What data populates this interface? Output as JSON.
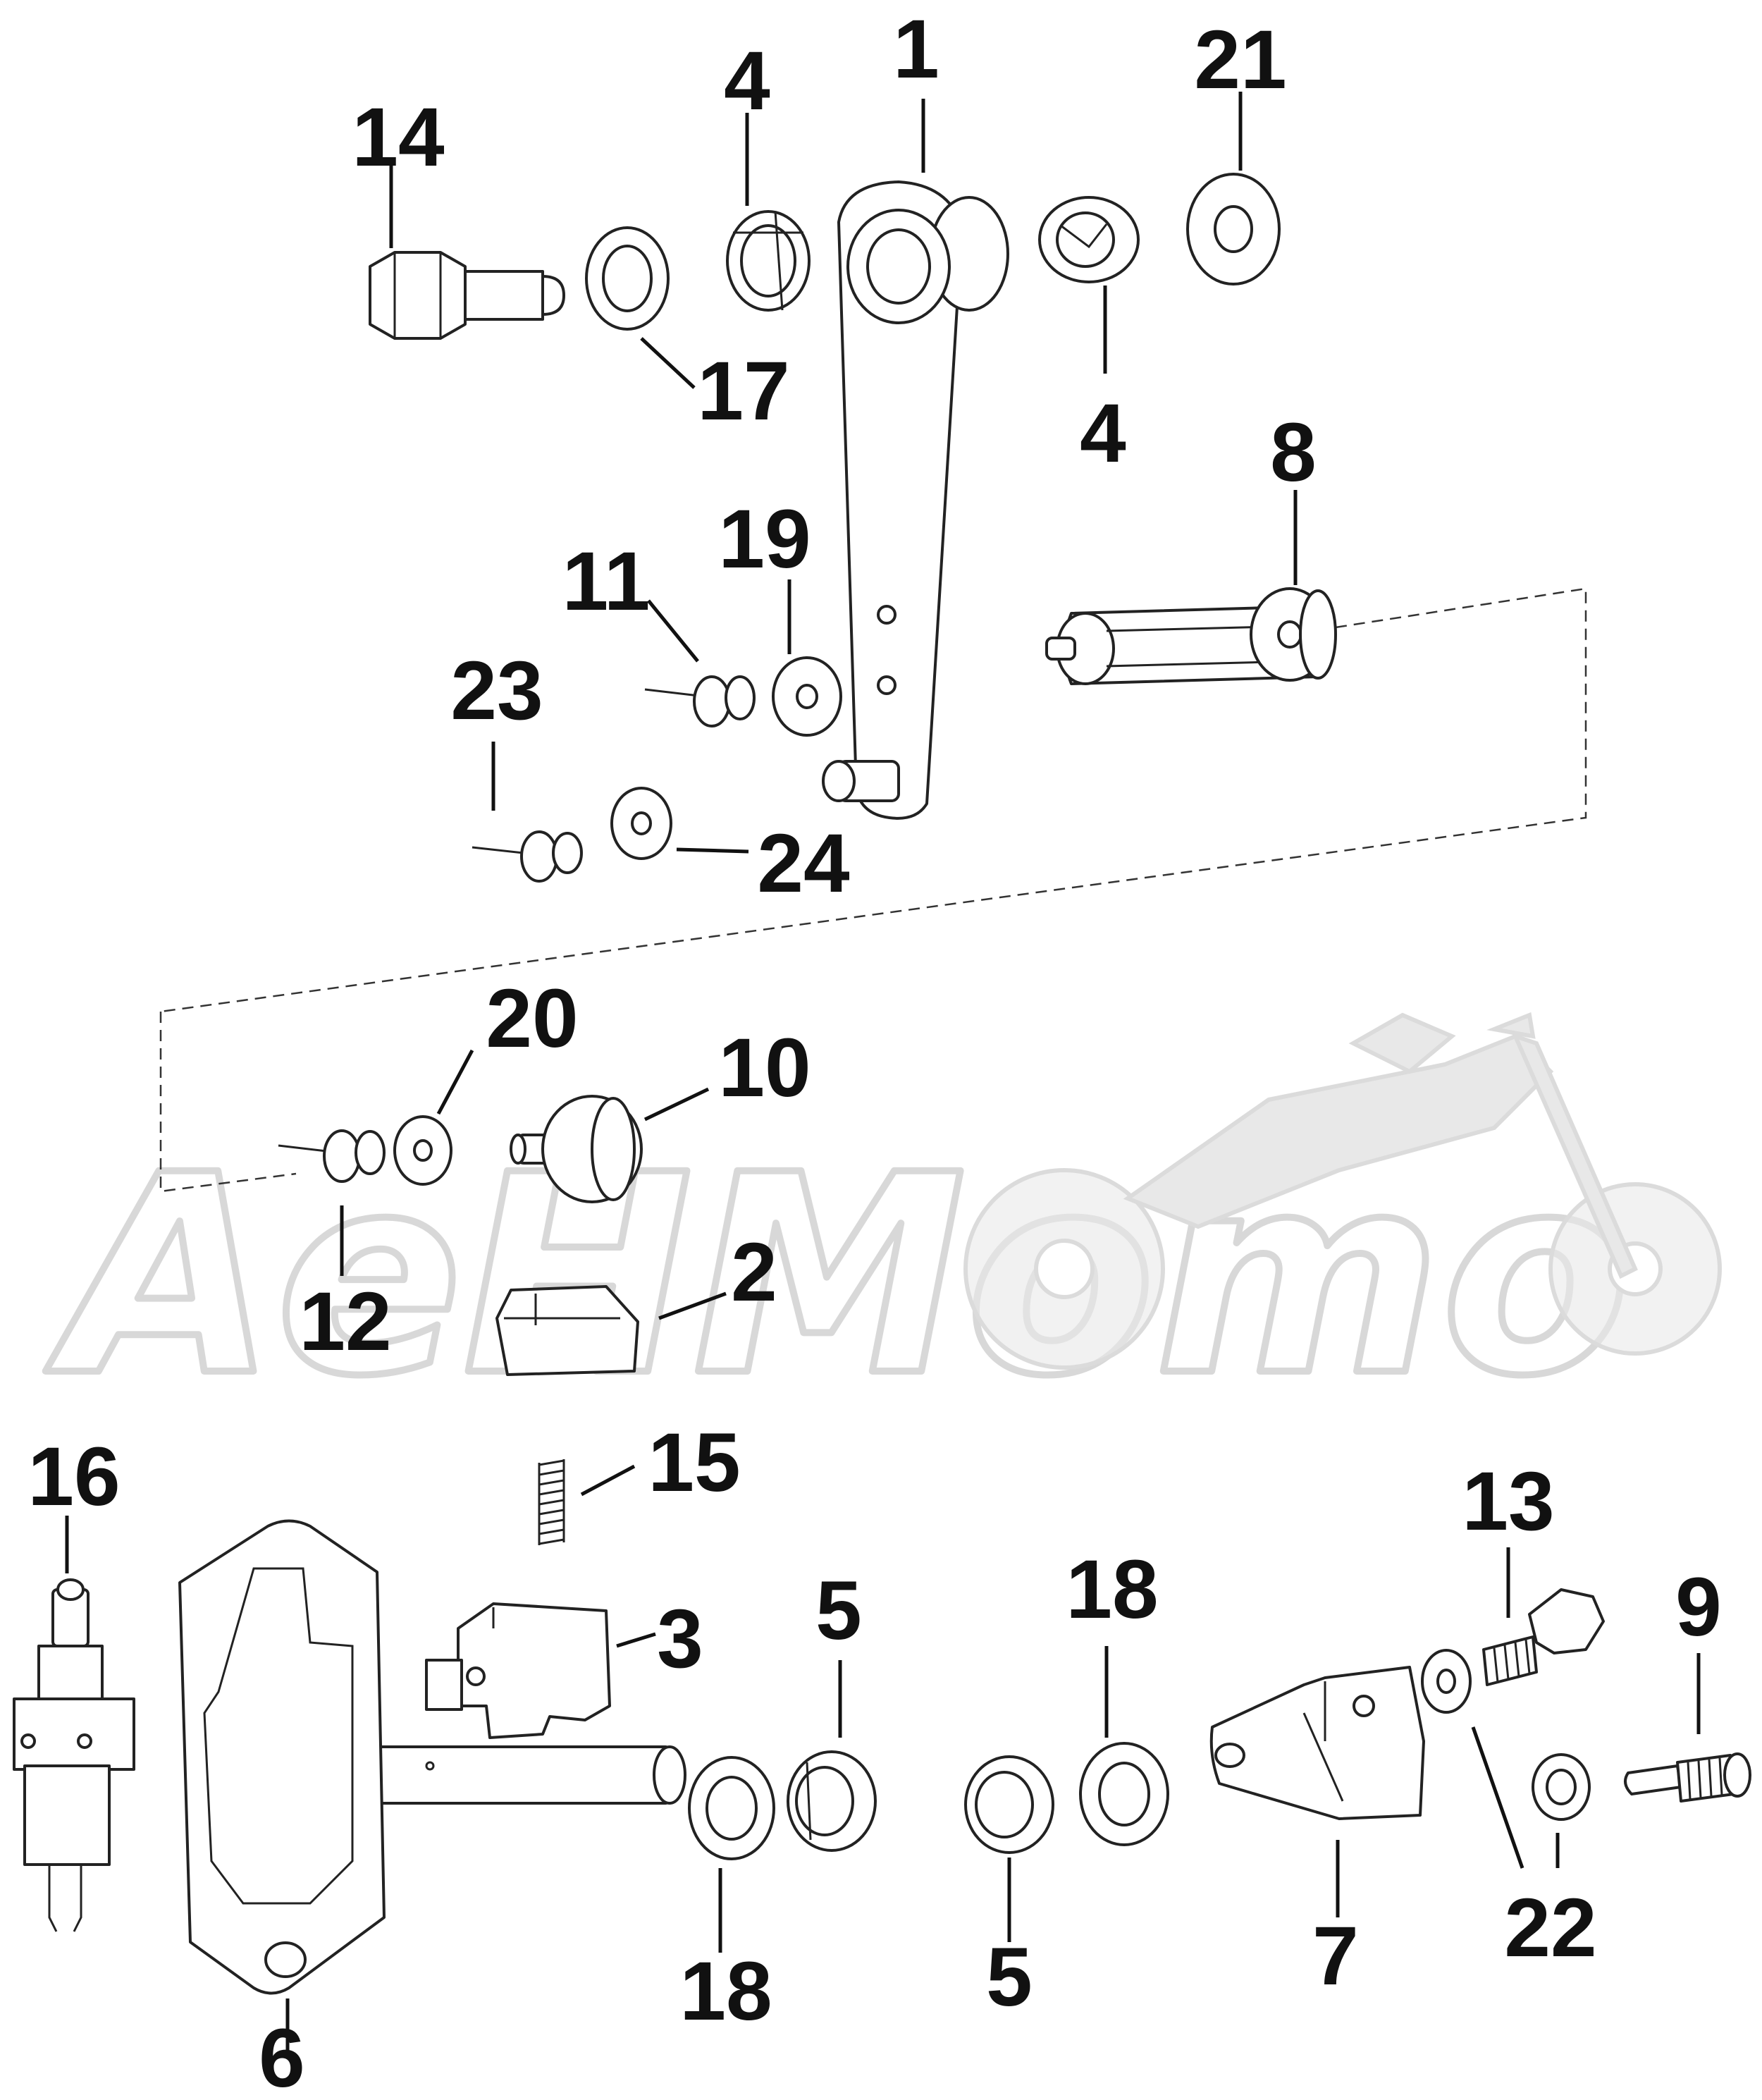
{
  "watermark": {
    "text": "AeHMomo"
  },
  "callouts": [
    {
      "id": "c1",
      "label": "1"
    },
    {
      "id": "c4a",
      "label": "4"
    },
    {
      "id": "c4b",
      "label": "4"
    },
    {
      "id": "c21",
      "label": "21"
    },
    {
      "id": "c14",
      "label": "14"
    },
    {
      "id": "c17",
      "label": "17"
    },
    {
      "id": "c8",
      "label": "8"
    },
    {
      "id": "c19",
      "label": "19"
    },
    {
      "id": "c11",
      "label": "11"
    },
    {
      "id": "c23",
      "label": "23"
    },
    {
      "id": "c24",
      "label": "24"
    },
    {
      "id": "c20",
      "label": "20"
    },
    {
      "id": "c10",
      "label": "10"
    },
    {
      "id": "c12",
      "label": "12"
    },
    {
      "id": "c2",
      "label": "2"
    },
    {
      "id": "c16",
      "label": "16"
    },
    {
      "id": "c15",
      "label": "15"
    },
    {
      "id": "c3",
      "label": "3"
    },
    {
      "id": "c5a",
      "label": "5"
    },
    {
      "id": "c5b",
      "label": "5"
    },
    {
      "id": "c18a",
      "label": "18"
    },
    {
      "id": "c18b",
      "label": "18"
    },
    {
      "id": "c13",
      "label": "13"
    },
    {
      "id": "c9",
      "label": "9"
    },
    {
      "id": "c6",
      "label": "6"
    },
    {
      "id": "c7",
      "label": "7"
    },
    {
      "id": "c22",
      "label": "22"
    }
  ]
}
